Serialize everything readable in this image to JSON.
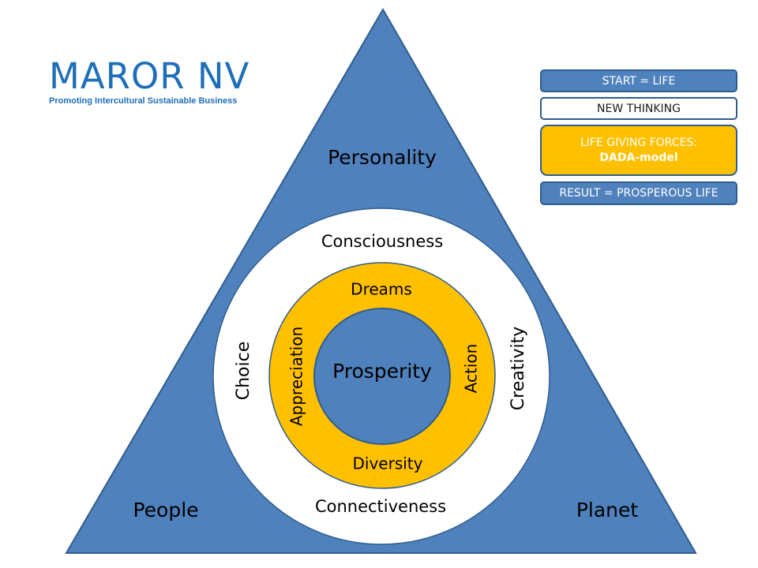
{
  "logo": {
    "title": "MAROR NV",
    "subtitle": "Promoting Intercultural Sustainable Business"
  },
  "legend": {
    "start": "START = LIFE",
    "new_thinking": "NEW THINKING",
    "forces_line1": "LIFE GIVING FORCES:",
    "forces_line2": "DADA-model",
    "result": "RESULT = PROSPEROUS LIFE"
  },
  "triangle": {
    "top": "Personality",
    "left": "People",
    "right": "Planet"
  },
  "outer_circle": {
    "top": "Consciousness",
    "left": "Choice",
    "right": "Creativity",
    "bottom": "Connectiveness"
  },
  "inner_ring": {
    "top": "Dreams",
    "left": "Appreciation",
    "right": "Action",
    "bottom": "Diversity"
  },
  "center": "Prosperity",
  "colors": {
    "blue": "#4f81bd",
    "blue_dark": "#2f5d8e",
    "orange": "#ffc000",
    "logo_blue": "#1e6fb8"
  }
}
